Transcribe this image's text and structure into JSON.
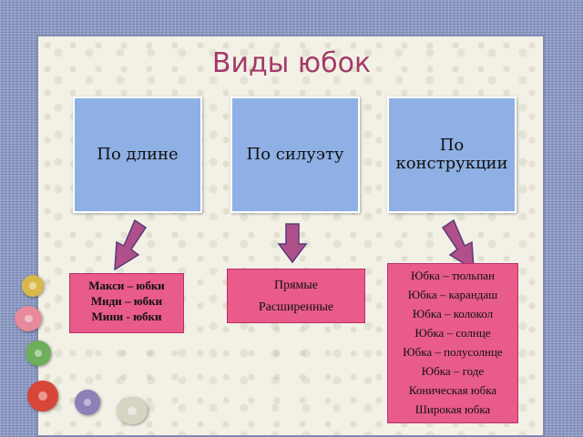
{
  "title": "Виды юбок",
  "categories": [
    {
      "label": "По длине"
    },
    {
      "label": "По силуэту"
    },
    {
      "label": "По конструкции"
    }
  ],
  "by_length": [
    "Макси – юбки",
    "Миди – юбки",
    "Мини - юбки"
  ],
  "by_silhouette": [
    "Прямые",
    "Расширенные"
  ],
  "by_construction": [
    "Юбка – тюльпан",
    "Юбка – карандаш",
    "Юбка – колокол",
    "Юбка – солнце",
    "Юбка – полусолнце",
    "Юбка – годе",
    "Коническая юбка",
    "Широкая юбка"
  ],
  "colors": {
    "category_box": "#8eb0e4",
    "detail_box": "#e85b8a",
    "arrow": "#b0508a",
    "title": "#a23a6a"
  }
}
